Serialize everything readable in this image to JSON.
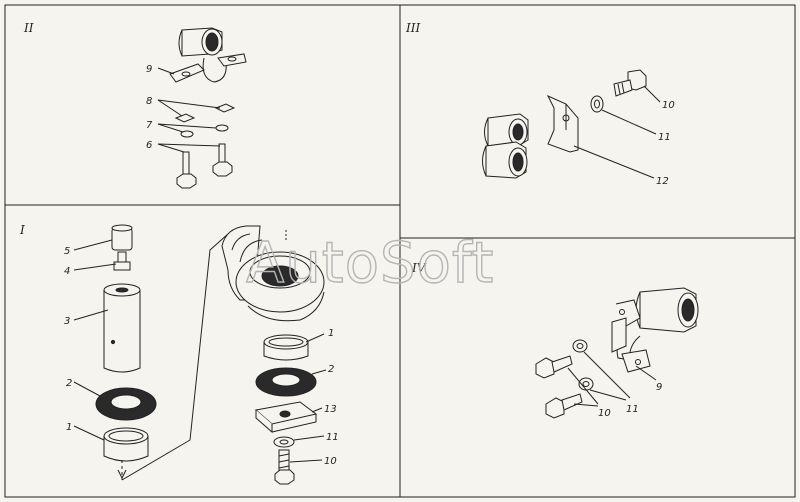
{
  "panels": {
    "p1": {
      "label": "I"
    },
    "p2": {
      "label": "II"
    },
    "p3": {
      "label": "III"
    },
    "p4": {
      "label": "IV"
    }
  },
  "callouts": {
    "p2": [
      "9",
      "8",
      "7",
      "6"
    ],
    "p3": [
      "10",
      "11",
      "12"
    ],
    "p1_left": [
      "5",
      "4",
      "3",
      "2",
      "1"
    ],
    "p1_right": [
      "1",
      "2",
      "13",
      "11",
      "10"
    ],
    "p4": [
      "10",
      "11",
      "9"
    ]
  },
  "watermark": "AutoSoft"
}
